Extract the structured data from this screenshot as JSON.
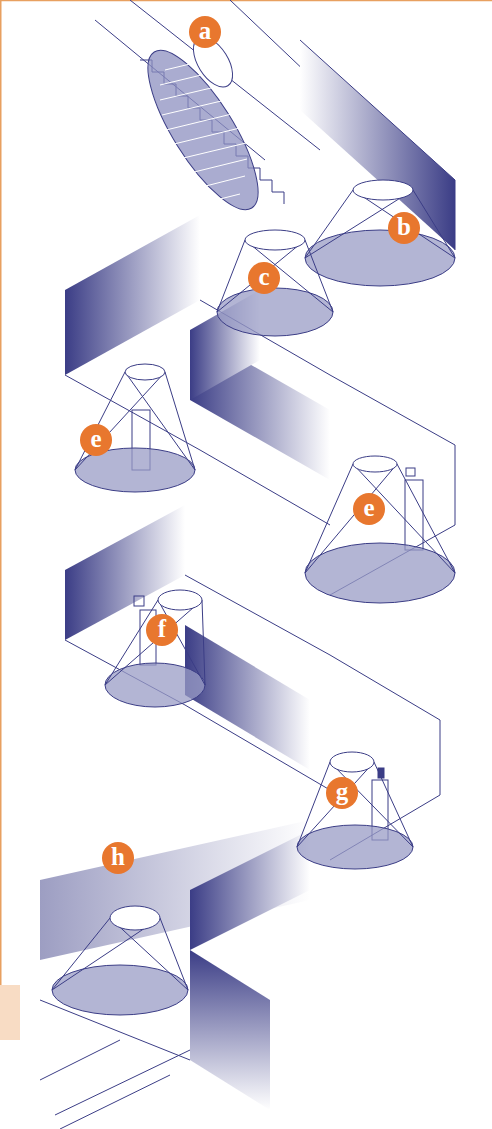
{
  "diagram": {
    "labels": [
      "a",
      "b",
      "c",
      "e",
      "e",
      "f",
      "g",
      "h"
    ]
  }
}
